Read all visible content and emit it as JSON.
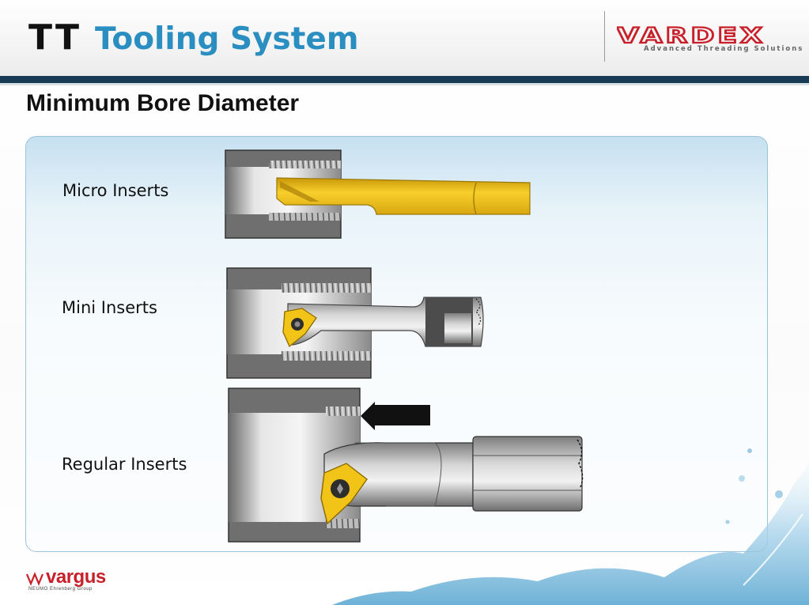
{
  "header": {
    "logo_text": "TT",
    "title": "Tooling System",
    "brand_name": "VARDEX",
    "brand_tagline": "Advanced Threading Solutions"
  },
  "slide": {
    "subtitle": "Minimum Bore Diameter",
    "items": [
      {
        "label": "Micro Inserts"
      },
      {
        "label": "Mini Inserts"
      },
      {
        "label": "Regular Inserts"
      }
    ]
  },
  "footer": {
    "logo_text": "vargus",
    "logo_subtext": "NEUMO Ehrenberg Group"
  },
  "colors": {
    "title_blue": "#2a8fc0",
    "header_rule": "#173a55",
    "insert_yellow": "#f2c418",
    "brand_red": "#c8202b"
  }
}
